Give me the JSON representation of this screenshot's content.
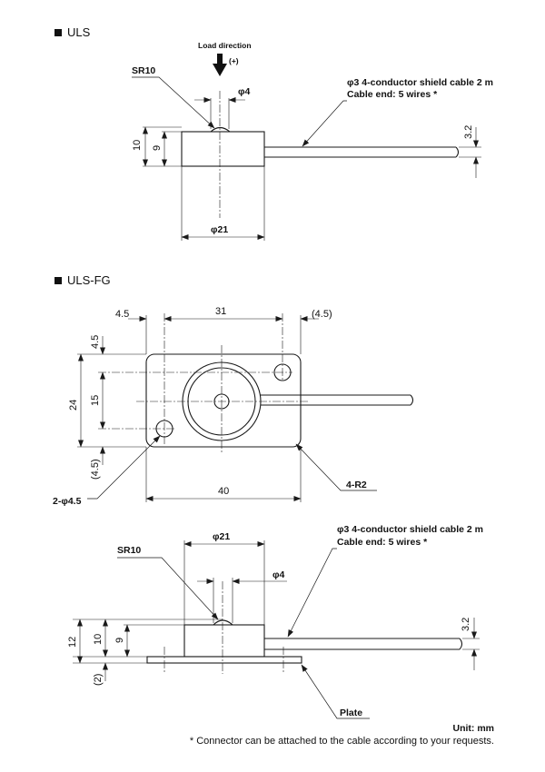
{
  "uls": {
    "title": "ULS",
    "load_direction": "Load direction",
    "load_sign": "(+)",
    "sr": "SR10",
    "phi4": "φ4",
    "cable_line1": "φ3  4-conductor shield cable 2 m",
    "cable_line2": "Cable end: 5 wires *",
    "dim_10": "10",
    "dim_9": "9",
    "dim_3_2": "3.2",
    "phi21": "φ21"
  },
  "ulsfg_top": {
    "title": "ULS-FG",
    "dim_4_5_left": "4.5",
    "dim_31": "31",
    "dim_4_5_right": "(4.5)",
    "dim_4_5_vert": "4.5",
    "dim_24": "24",
    "dim_15": "15",
    "dim_4_5_vert_paren": "(4.5)",
    "hole_label": "2-φ4.5",
    "dim_40": "40",
    "corner_label": "4-R2"
  },
  "ulsfg_side": {
    "phi21": "φ21",
    "cable_line1": "φ3  4-conductor shield cable 2 m",
    "cable_line2": "Cable end: 5 wires *",
    "sr": "SR10",
    "phi4": "φ4",
    "dim_12": "12",
    "dim_10": "10",
    "dim_9": "9",
    "dim_2": "(2)",
    "dim_3_2": "3.2",
    "plate_label": "Plate"
  },
  "footer": {
    "unit": "Unit: mm",
    "note": "* Connector can be attached to the cable according to your requests."
  }
}
